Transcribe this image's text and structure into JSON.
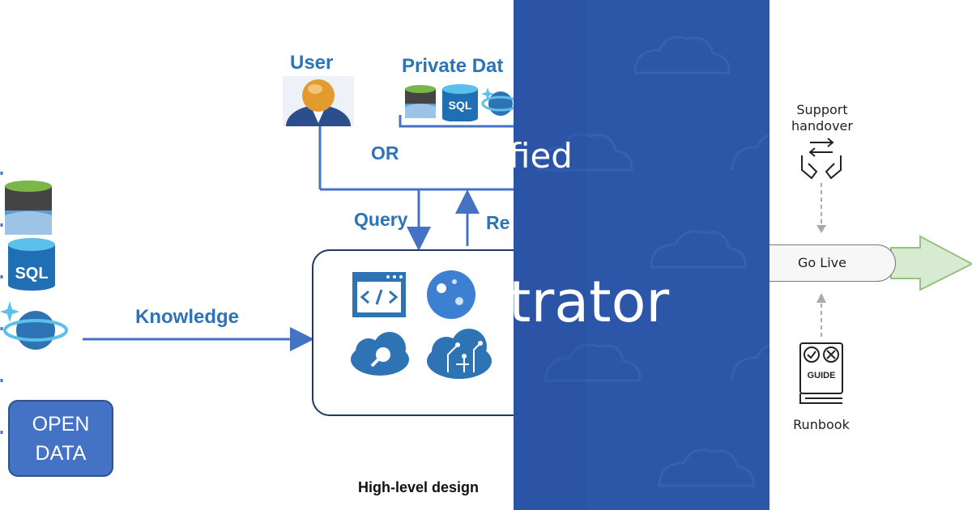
{
  "left_panel": {
    "user_label": "User",
    "private_data_label": "Private Dat",
    "or_label": "OR",
    "query_label": "Query",
    "response_label": "Re",
    "knowledge_label": "Knowledge",
    "open_data_line1": "OPEN",
    "open_data_line2": "DATA",
    "sql_text": "SQL",
    "caption": "High-level design",
    "colors": {
      "accent": "#2e74b5",
      "line": "#4472c4",
      "box_border": "#1f3864"
    }
  },
  "middle_panel": {
    "text_fragment_1": "fied",
    "text_fragment_2": "trator",
    "colors": {
      "background": "#2c56a8"
    }
  },
  "right_panel": {
    "support_line1": "Support",
    "support_line2": "handover",
    "go_live_label": "Go Live",
    "guide_text": "GUIDE",
    "runbook_label": "Runbook",
    "colors": {
      "arrow_fill": "#d9ead3",
      "arrow_stroke": "#93c47d"
    }
  }
}
